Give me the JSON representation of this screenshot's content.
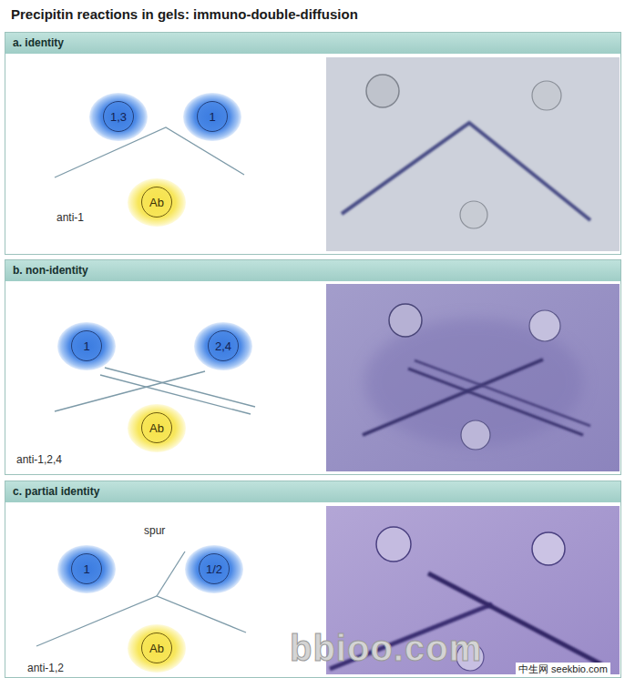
{
  "diagram": {
    "title": "Precipitin reactions in gels: immuno-double-diffusion",
    "nodes": [
      {
        "text": [
          "a. identity"
        ]
      },
      {
        "text": [
          "1,3"
        ],
        "in": 0
      },
      {
        "text": [
          "1"
        ],
        "in": 0
      },
      {
        "text": [
          "Ab"
        ],
        "in": 0
      },
      {
        "text": [
          "b. non-identity"
        ]
      },
      {
        "text": [
          "1"
        ],
        "in": 4
      },
      {
        "text": [
          "2,4"
        ],
        "in": 4
      },
      {
        "text": [
          "Ab"
        ],
        "in": 4
      },
      {
        "text": [
          "c. partial identity"
        ]
      },
      {
        "text": [
          "1"
        ],
        "in": 8
      },
      {
        "text": [
          "1/2"
        ],
        "in": 8
      },
      {
        "text": [
          "Ab"
        ],
        "in": 8
      }
    ],
    "labels": [
      "anti-1",
      "anti-1,2,4",
      "spur",
      "anti-1,2",
      "bbioo.com",
      "中生网 seekbio.com"
    ]
  }
}
